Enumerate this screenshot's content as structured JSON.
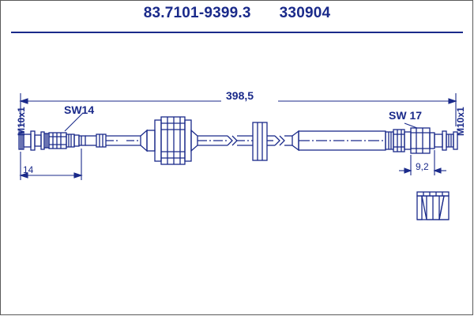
{
  "header": {
    "part_number": "83.7101-9399.3",
    "ref_number": "330904"
  },
  "drawing": {
    "title": "brake hose technical drawing",
    "labels": {
      "left_thread": "M10x1",
      "left_hex": "SW14",
      "left_length": "14",
      "total_length": "398,5",
      "right_hex": "SW 17",
      "right_thread": "M10x1",
      "right_length": "9,2"
    },
    "colors": {
      "ink": "#1a2a8a",
      "frame": "#5a5a5a",
      "background": "#ffffff"
    }
  }
}
